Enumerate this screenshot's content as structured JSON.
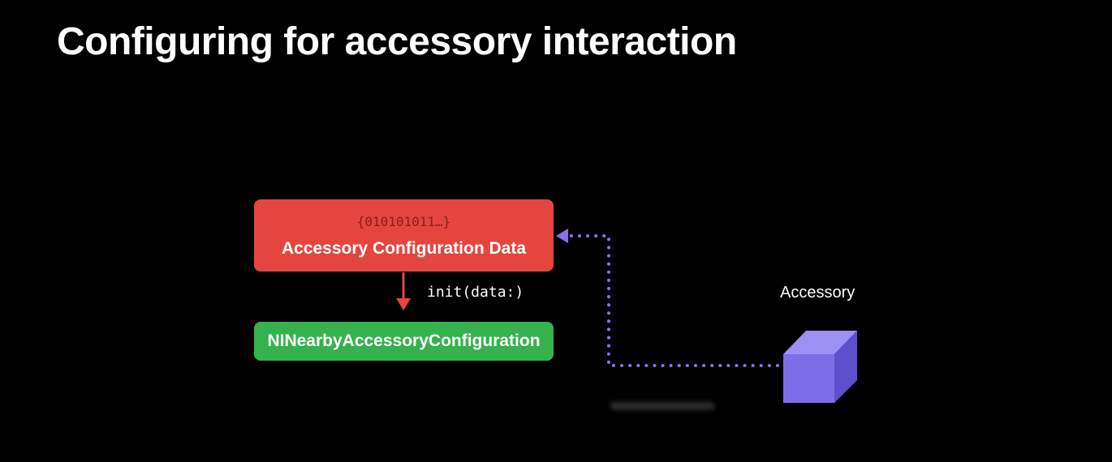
{
  "slide": {
    "title": "Configuring for accessory interaction"
  },
  "diagram": {
    "config_data_box": {
      "bits": "{010101011…}",
      "label": "Accessory Configuration Data"
    },
    "init_call": "init(data:)",
    "nearby_config_box": {
      "label": "NINearbyAccessoryConfiguration"
    },
    "accessory": {
      "label": "Accessory"
    }
  },
  "colors": {
    "background": "#000000",
    "data_box": "#e4463f",
    "config_box": "#35b14e",
    "red_arrow": "#e4463f",
    "purple_connector": "#8a6ff0",
    "cube_front": "#7d6ee8",
    "cube_top": "#9c90f2",
    "cube_side": "#5e4fcf"
  },
  "icons": {
    "accessory": "cube-icon",
    "data_flow": "dotted-arrow"
  }
}
